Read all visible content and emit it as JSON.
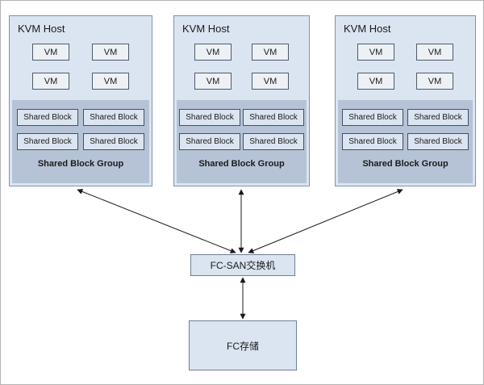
{
  "hosts": [
    {
      "title": "KVM Host",
      "vms": [
        "VM",
        "VM",
        "VM",
        "VM"
      ],
      "shared_blocks": [
        "Shared Block",
        "Shared Block",
        "Shared Block",
        "Shared Block"
      ],
      "group_label": "Shared Block Group"
    },
    {
      "title": "KVM Host",
      "vms": [
        "VM",
        "VM",
        "VM",
        "VM"
      ],
      "shared_blocks": [
        "Shared Block",
        "Shared Block",
        "Shared Block",
        "Shared Block"
      ],
      "group_label": "Shared Block Group"
    },
    {
      "title": "KVM Host",
      "vms": [
        "VM",
        "VM",
        "VM",
        "VM"
      ],
      "shared_blocks": [
        "Shared Block",
        "Shared Block",
        "Shared Block",
        "Shared Block"
      ],
      "group_label": "Shared Block Group"
    }
  ],
  "switch": {
    "label": "FC-SAN交换机"
  },
  "storage": {
    "label": "FC存储"
  },
  "colors": {
    "host_fill": "#dbe5f1",
    "group_fill": "#b6c3d7",
    "vm_fill": "#edf1f6",
    "node_fill": "#dbe5f1",
    "border": "#8093aa",
    "arrow": "#1a1a1a"
  }
}
